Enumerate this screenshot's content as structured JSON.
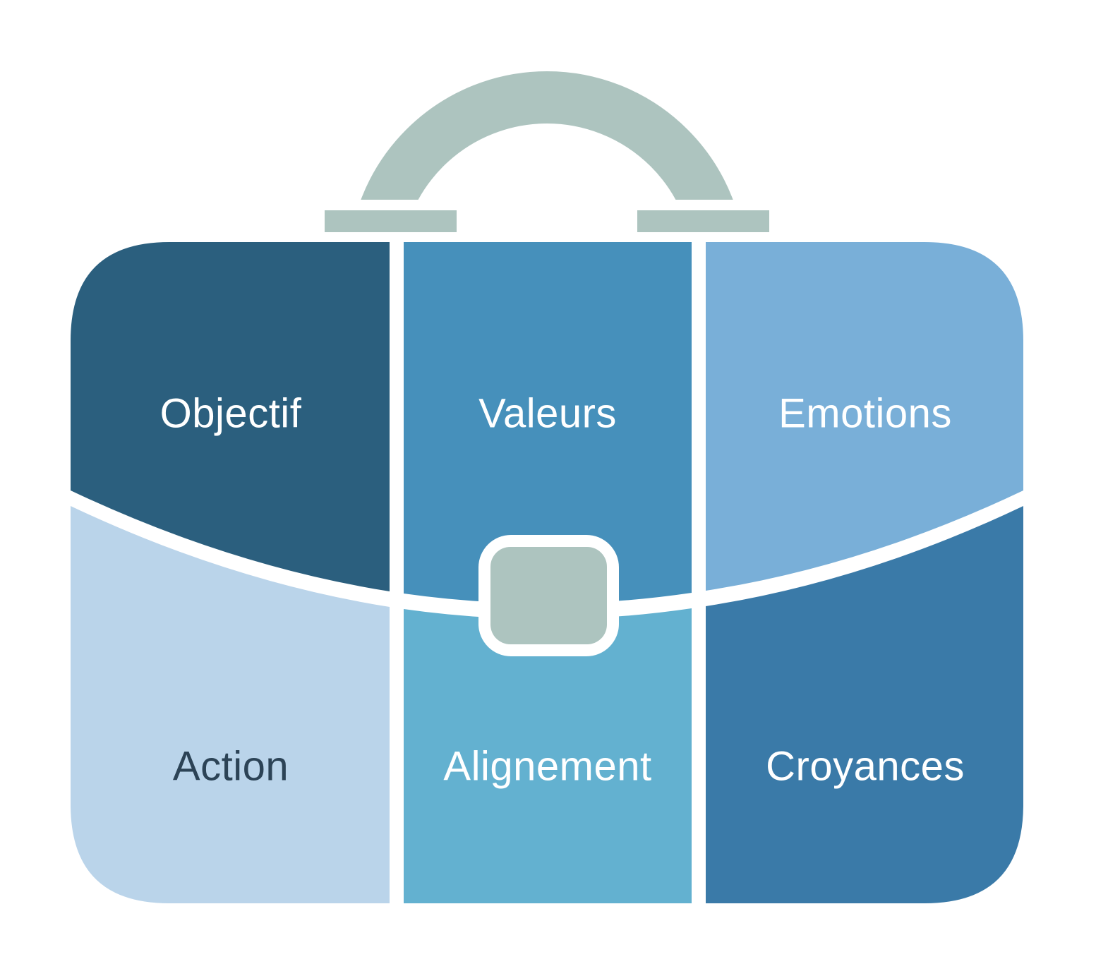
{
  "diagram": {
    "type": "briefcase-six-section-infographic",
    "background_color": "#ffffff",
    "handle": {
      "color": "#ADC4BF"
    },
    "clasp": {
      "fill_color": "#ADC4BF",
      "border_color": "#ffffff"
    },
    "sections": [
      {
        "label": "Objectif",
        "position": "top-left",
        "fill": "#2B5F7E",
        "text_color": "#FFFFFF"
      },
      {
        "label": "Valeurs",
        "position": "top-center",
        "fill": "#4690BB",
        "text_color": "#FFFFFF"
      },
      {
        "label": "Emotions",
        "position": "top-right",
        "fill": "#79AFD8",
        "text_color": "#FFFFFF"
      },
      {
        "label": "Action",
        "position": "bottom-left",
        "fill": "#BAD4EA",
        "text_color": "#2C4356"
      },
      {
        "label": "Alignement",
        "position": "bottom-center",
        "fill": "#63B1D0",
        "text_color": "#FFFFFF"
      },
      {
        "label": "Croyances",
        "position": "bottom-right",
        "fill": "#3A7AA8",
        "text_color": "#FFFFFF"
      }
    ]
  }
}
